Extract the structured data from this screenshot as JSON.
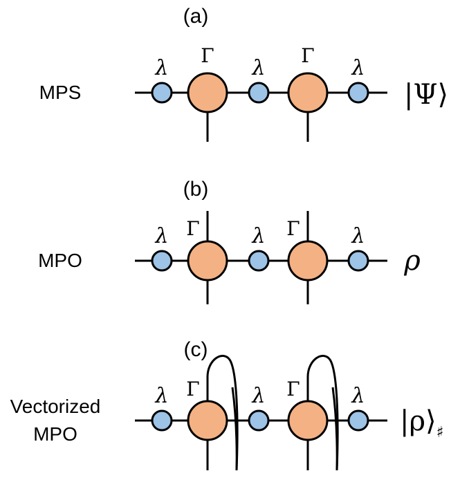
{
  "panels": [
    {
      "id": "a",
      "label": "(a)",
      "row_label_lines": [
        "MPS"
      ],
      "small_symbol": "λ",
      "big_symbol": "Γ",
      "state_text": "|Ψ⟩",
      "state_subscript": ""
    },
    {
      "id": "b",
      "label": "(b)",
      "row_label_lines": [
        "MPO"
      ],
      "small_symbol": "λ",
      "big_symbol": "Γ",
      "state_text": "ρ",
      "state_subscript": ""
    },
    {
      "id": "c",
      "label": "(c)",
      "row_label_lines": [
        "Vectorized",
        "MPO"
      ],
      "small_symbol": "λ",
      "big_symbol": "Γ",
      "state_text": "|ρ⟩",
      "state_subscript": "♯"
    }
  ],
  "colors": {
    "small_node": "#9dc3e6",
    "big_node": "#f4b183",
    "line": "#000000"
  }
}
